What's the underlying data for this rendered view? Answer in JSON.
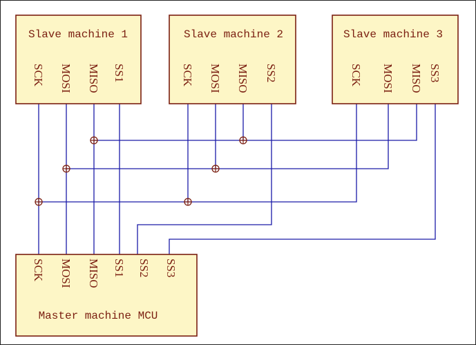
{
  "slaves": [
    {
      "title": "Slave machine 1",
      "pins": [
        "SCK",
        "MOSI",
        "MISO",
        "SS1"
      ]
    },
    {
      "title": "Slave machine 2",
      "pins": [
        "SCK",
        "MOSI",
        "MISO",
        "SS2"
      ]
    },
    {
      "title": "Slave machine 3",
      "pins": [
        "SCK",
        "MOSI",
        "MISO",
        "SS3"
      ]
    }
  ],
  "master": {
    "title": "Master machine MCU",
    "pins": [
      "SCK",
      "MOSI",
      "MISO",
      "SS1",
      "SS2",
      "SS3"
    ]
  },
  "colors": {
    "wire": "#1a1aa8",
    "box_fill": "#fdf6c6",
    "box_stroke": "#7a1e10",
    "text": "#7a1e10"
  }
}
